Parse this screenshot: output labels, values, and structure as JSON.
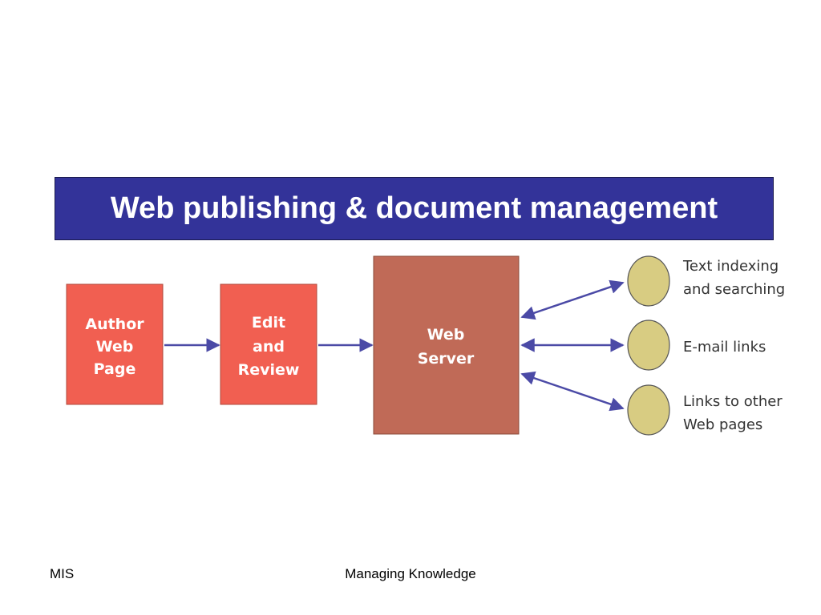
{
  "slide": {
    "title": "Web publishing & document management"
  },
  "diagram": {
    "author_box": [
      "Author",
      "Web",
      "Page"
    ],
    "edit_box": [
      "Edit",
      "and",
      "Review"
    ],
    "server_box": [
      "Web",
      "Server"
    ],
    "outputs": [
      [
        "Text indexing",
        "and searching"
      ],
      [
        "E-mail links"
      ],
      [
        "Links to other",
        "Web pages"
      ]
    ],
    "colors": {
      "step_box": "#f15f51",
      "server_box": "#c06a57",
      "output_node": "#d8cc82",
      "arrow": "#4b4aa6"
    }
  },
  "footer": {
    "left": "MIS",
    "center": "Managing Knowledge"
  }
}
